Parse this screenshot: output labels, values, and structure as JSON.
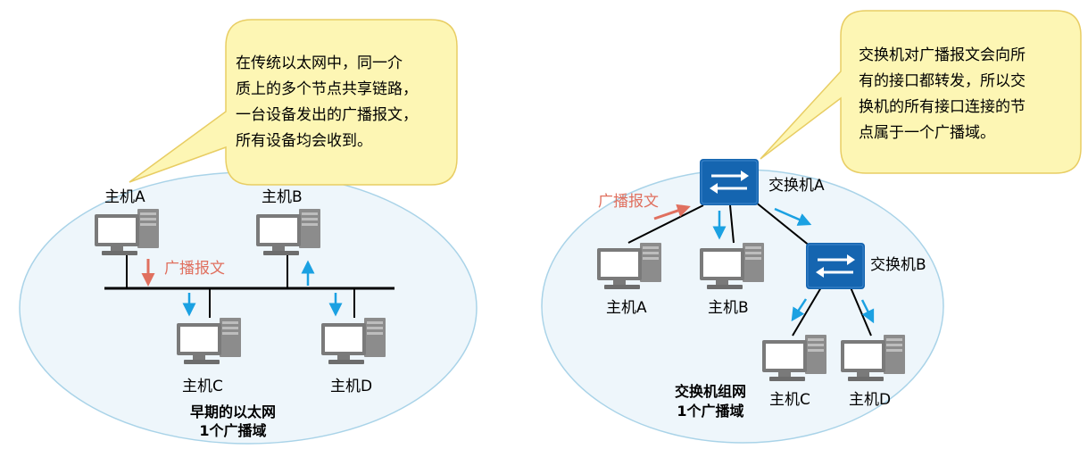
{
  "left_panel": {
    "title": "早期的以太网",
    "subtitle": "1个广播域",
    "bubble_lines": [
      "在传统以太网中，同一介",
      "质上的多个节点共享链路，",
      "一台设备发出的广播报文，",
      "所有设备均会收到。"
    ],
    "broadcast_label": "广播报文",
    "hosts": {
      "a": "主机A",
      "b": "主机B",
      "c": "主机C",
      "d": "主机D"
    }
  },
  "right_panel": {
    "title": "交换机组网",
    "subtitle": "1个广播域",
    "bubble_lines": [
      "交换机对广播报文会向所",
      "有的接口都转发，所以交",
      "换机的所有接口连接的节",
      "点属于一个广播域。"
    ],
    "broadcast_label": "广播报文",
    "switch_a": "交换机A",
    "switch_b": "交换机B",
    "hosts": {
      "a": "主机A",
      "b": "主机B",
      "c": "主机C",
      "d": "主机D"
    }
  },
  "colors": {
    "ellipse_fill": "#eef6fb",
    "ellipse_stroke": "#a9d3e8",
    "bubble_fill": "#fdf6b4",
    "bubble_stroke": "#e8cd63",
    "red_arrow": "#e0705f",
    "blue_arrow": "#1ba1e2",
    "switch_blue": "#1565b0",
    "computer_gray": "#8a8a8a"
  }
}
